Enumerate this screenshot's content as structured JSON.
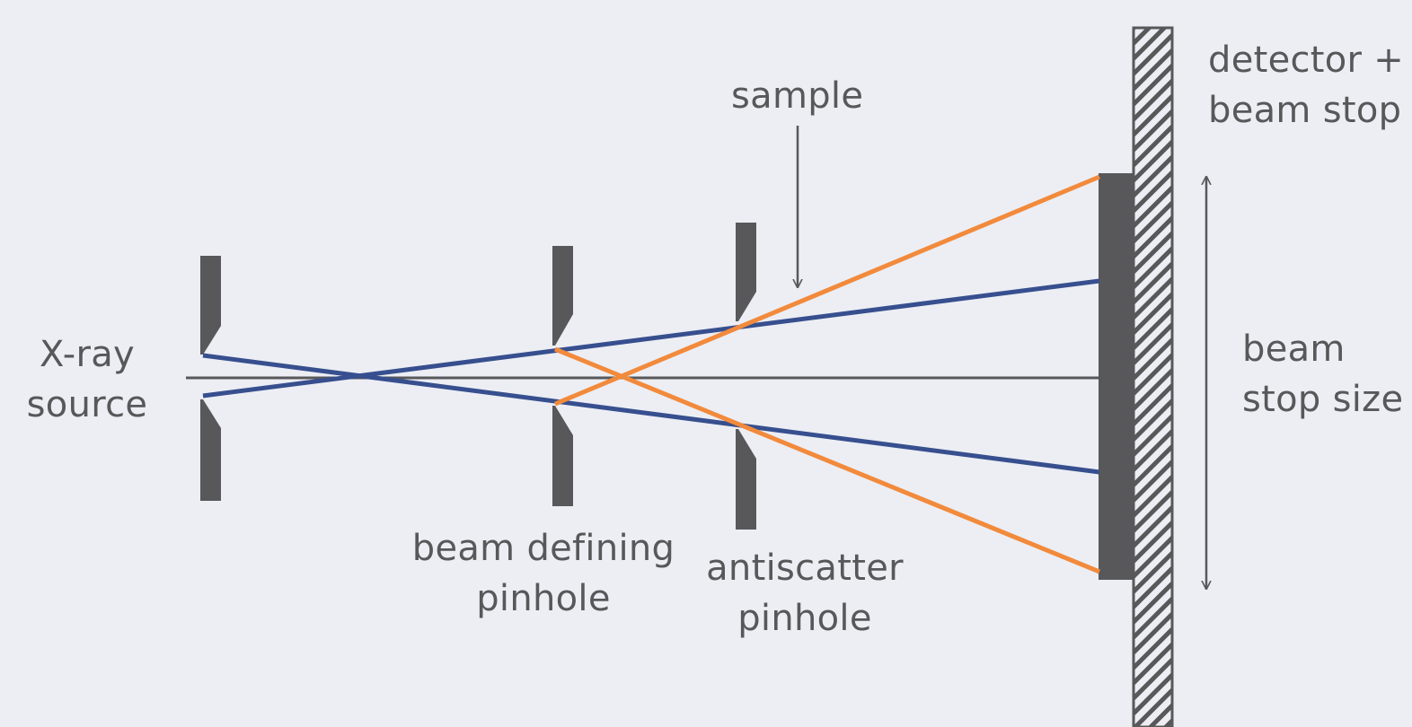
{
  "labels": {
    "source": [
      "X-ray",
      "source"
    ],
    "sample": "sample",
    "beam_defining": [
      "beam defining",
      "pinhole"
    ],
    "antiscatter": [
      "antiscatter",
      "pinhole"
    ],
    "detector": [
      "detector +",
      "beam stop"
    ],
    "beam_stop_size": [
      "beam",
      "stop size"
    ]
  },
  "colors": {
    "background": "#eceef4",
    "component": "#58585a",
    "blue_ray": "#374f8e",
    "orange_ray": "#f28a3c",
    "axis": "#58585a"
  },
  "icons": {
    "sample_pointer": "arrow-down-icon",
    "beam_stop_size": "double-arrow-vertical-icon",
    "detector_hatch": "diagonal-hatch-pattern"
  }
}
